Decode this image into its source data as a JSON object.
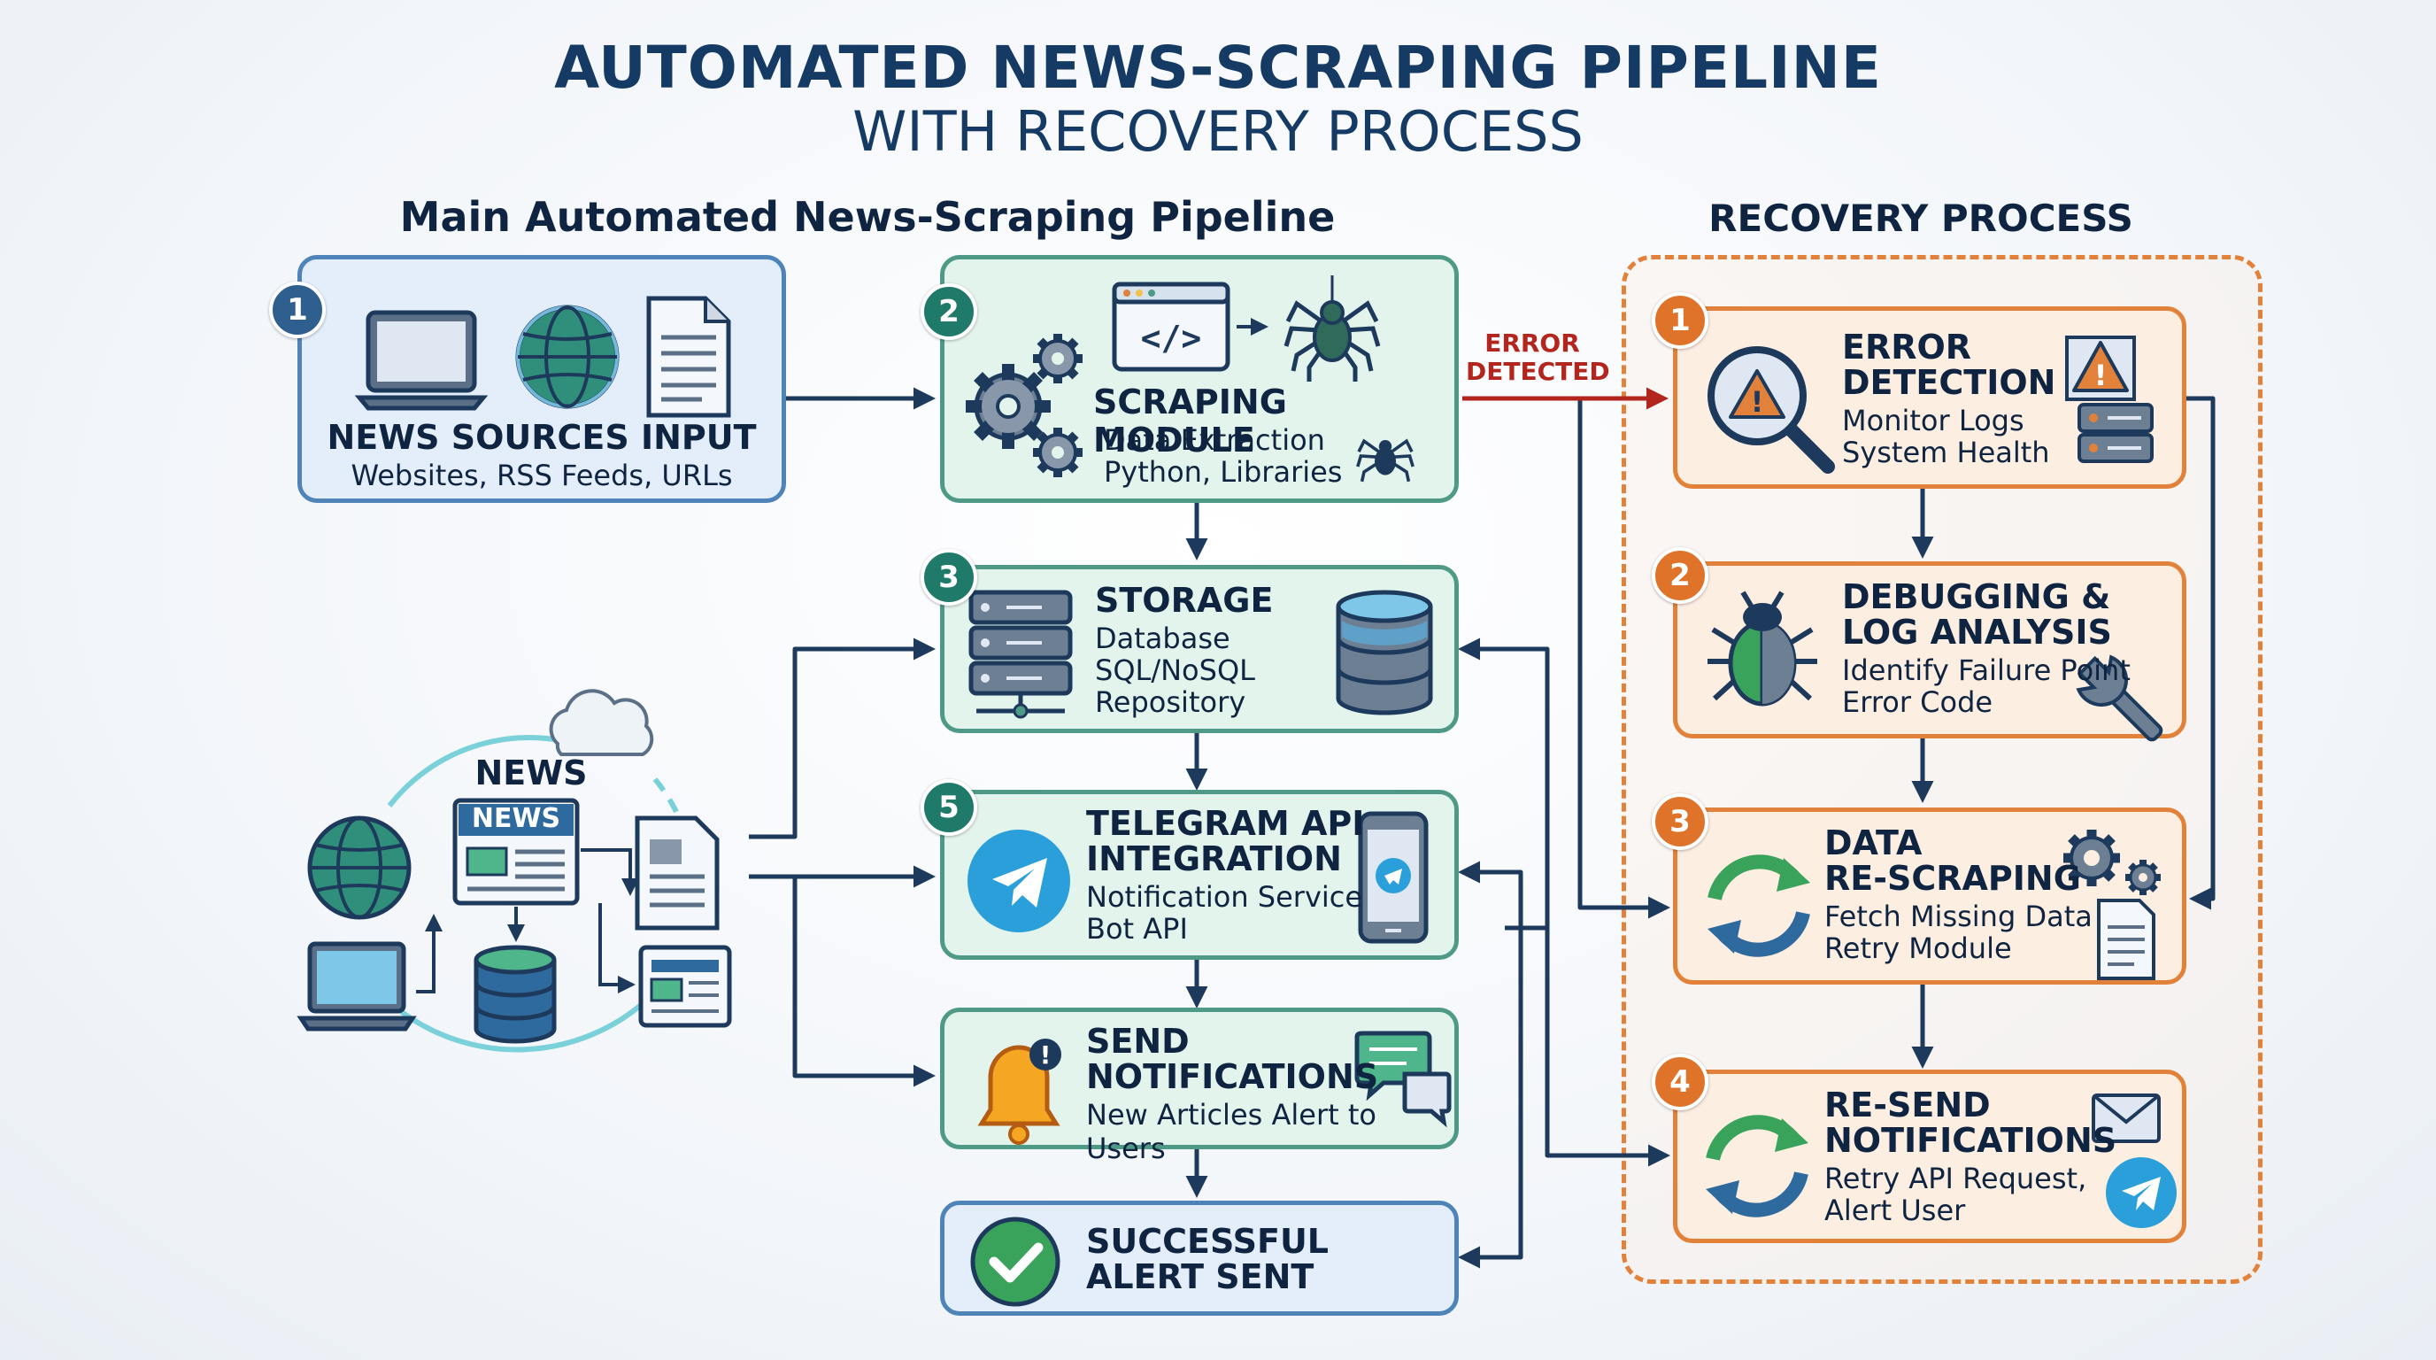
{
  "title": {
    "line1": "AUTOMATED NEWS-SCRAPING PIPELINE",
    "line2": "WITH RECOVERY PROCESS"
  },
  "sections": {
    "main": "Main Automated News-Scraping Pipeline",
    "recovery": "RECOVERY PROCESS"
  },
  "main_steps": {
    "news_sources": {
      "badge": "1",
      "title": "NEWS SOURCES INPUT",
      "subtitle": "Websites, RSS Feeds, URLs"
    },
    "scraping": {
      "badge": "2",
      "title": "SCRAPING MODULE",
      "line1": "Data Extraction",
      "line2": "Python, Libraries"
    },
    "storage": {
      "badge": "3",
      "title": "STORAGE",
      "line1": "Database",
      "line2": "SQL/NoSQL",
      "line3": "Repository"
    },
    "telegram": {
      "badge": "5",
      "title1": "TELEGRAM API",
      "title2": "INTEGRATION",
      "line1": "Notification Service",
      "line2": "Bot API"
    },
    "send": {
      "title1": "SEND",
      "title2": "NOTIFICATIONS",
      "line1": "New Articles Alert to Users"
    },
    "success": {
      "title1": "SUCCESSFUL",
      "title2": "ALERT SENT"
    }
  },
  "news_cluster": {
    "label": "NEWS",
    "card_label": "NEWS"
  },
  "error_label": {
    "line1": "ERROR",
    "line2": "DETECTED"
  },
  "recovery_steps": {
    "detection": {
      "badge": "1",
      "title1": "ERROR",
      "title2": "DETECTION",
      "line1": "Monitor Logs",
      "line2": "System Health"
    },
    "debugging": {
      "badge": "2",
      "title1": "DEBUGGING &",
      "title2": "LOG ANALYSIS",
      "line1": "Identify Failure Point",
      "line2": "Error Code"
    },
    "rescraping": {
      "badge": "3",
      "title1": "DATA",
      "title2": "RE-SCRAPING",
      "line1": "Fetch Missing Data",
      "line2": "Retry Module"
    },
    "resend": {
      "badge": "4",
      "title1": "RE-SEND",
      "title2": "NOTIFICATIONS",
      "line1": "Retry API Request,",
      "line2": "Alert User"
    }
  },
  "colors": {
    "navy": "#153a63",
    "blue_border": "#4f84b8",
    "green_border": "#4f9a86",
    "orange_border": "#e2813a",
    "error_red": "#b3261e",
    "arrow": "#1d3a5c"
  },
  "icons": [
    "laptop-icon",
    "globe-icon",
    "document-icon",
    "code-window-icon",
    "spider-icon",
    "gear-icon",
    "server-icon",
    "database-icon",
    "telegram-icon",
    "phone-icon",
    "bell-icon",
    "chat-icon",
    "checkmark-icon",
    "magnifier-warning-icon",
    "bug-icon",
    "wrench-icon",
    "refresh-icon",
    "envelope-icon",
    "cloud-icon",
    "newspaper-icon"
  ]
}
